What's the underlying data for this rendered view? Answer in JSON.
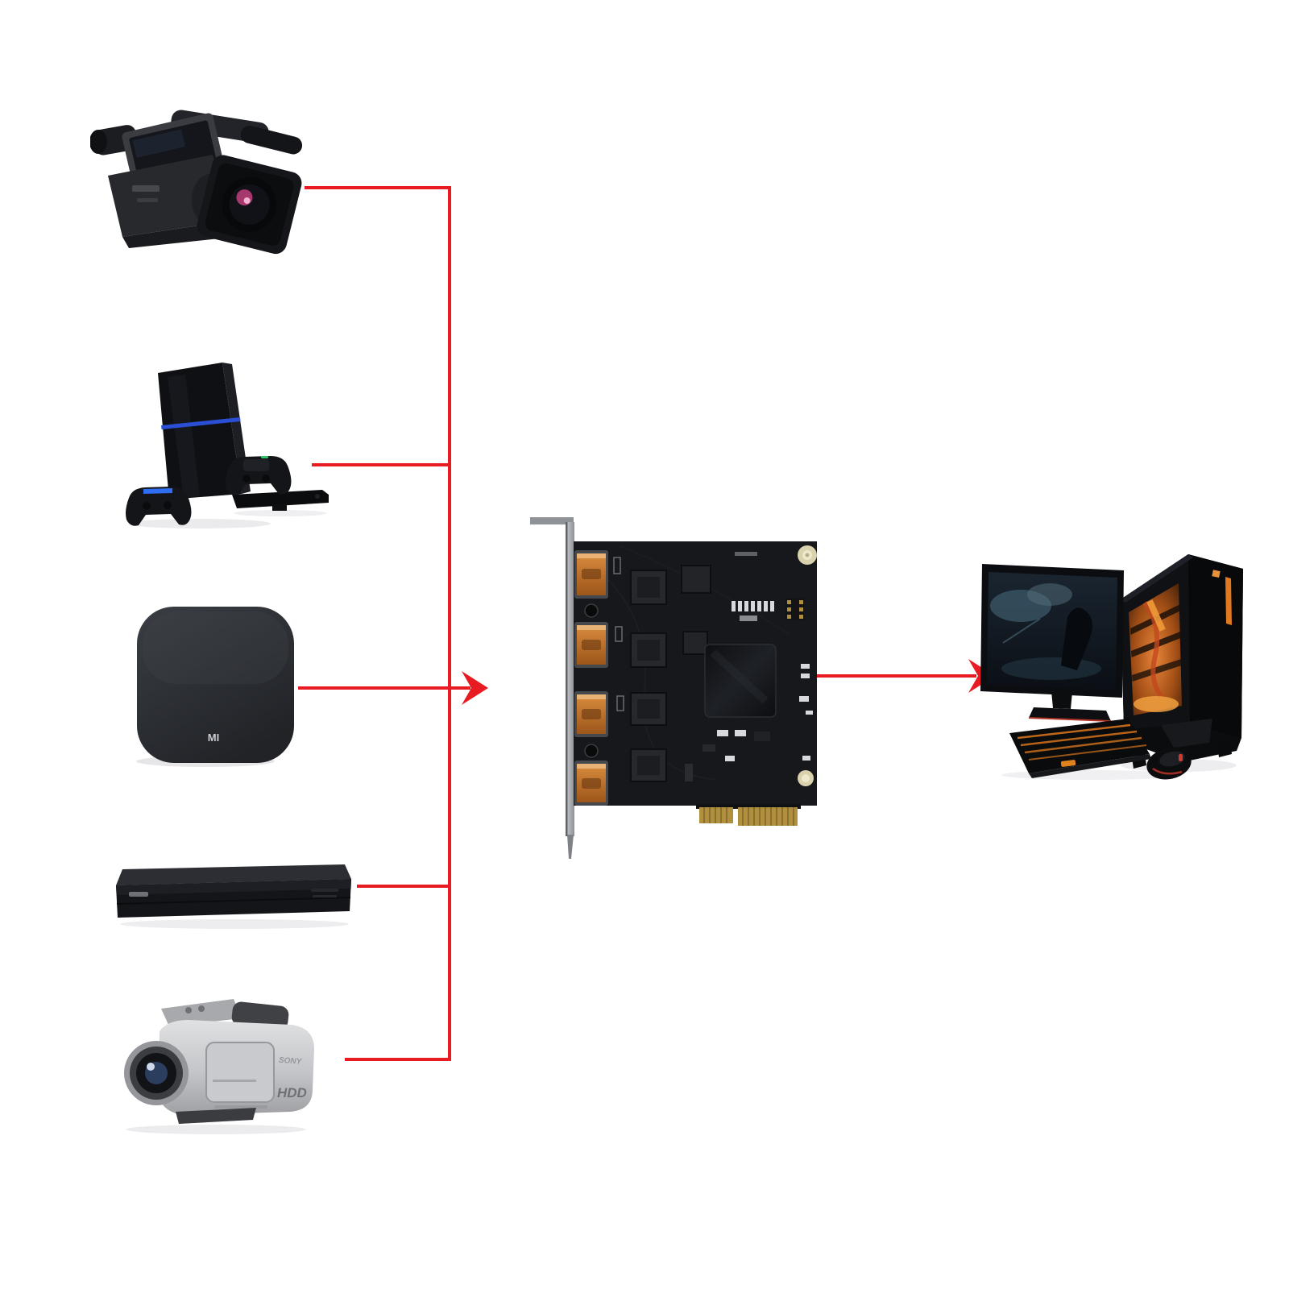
{
  "page": {
    "background": "#ffffff"
  },
  "palette": {
    "connector_red": "#e81b22",
    "pcb_black": "#17181b",
    "hdmi_orange": "#c06a1e",
    "pcie_gold": "#b08f3e",
    "bracket_gray": "#b4b7bb",
    "tower_glow_orange": "#e07820",
    "ps4_stripe_blue": "#2a4fd4",
    "keyboard_backlight": "#d4731c"
  },
  "labels": {
    "tv_box_logo": "MI",
    "handycam_brand": "SONY",
    "handycam_badge": "HDD"
  },
  "diagram": {
    "description": "Five HDMI video sources connect through a 4-channel PCIe HDMI capture card to a gaming desktop PC",
    "sources": [
      {
        "id": "pro-camcorder",
        "type": "professional video camera"
      },
      {
        "id": "game-console",
        "type": "game console with controllers"
      },
      {
        "id": "tv-box",
        "type": "smart TV box"
      },
      {
        "id": "dvr-box",
        "type": "DVR set-top box"
      },
      {
        "id": "handheld-camcorder",
        "type": "HDD handycam"
      }
    ],
    "hub": {
      "id": "capture-card",
      "type": "PCIe 4-channel HDMI capture card",
      "hdmi_ports": 4
    },
    "destination": {
      "id": "desktop-pc",
      "type": "gaming desktop with monitor, keyboard and mouse"
    },
    "edges": [
      {
        "from": "pro-camcorder",
        "to": "capture-card"
      },
      {
        "from": "game-console",
        "to": "capture-card"
      },
      {
        "from": "tv-box",
        "to": "capture-card"
      },
      {
        "from": "dvr-box",
        "to": "capture-card"
      },
      {
        "from": "handheld-camcorder",
        "to": "capture-card"
      },
      {
        "from": "capture-card",
        "to": "desktop-pc"
      }
    ]
  }
}
